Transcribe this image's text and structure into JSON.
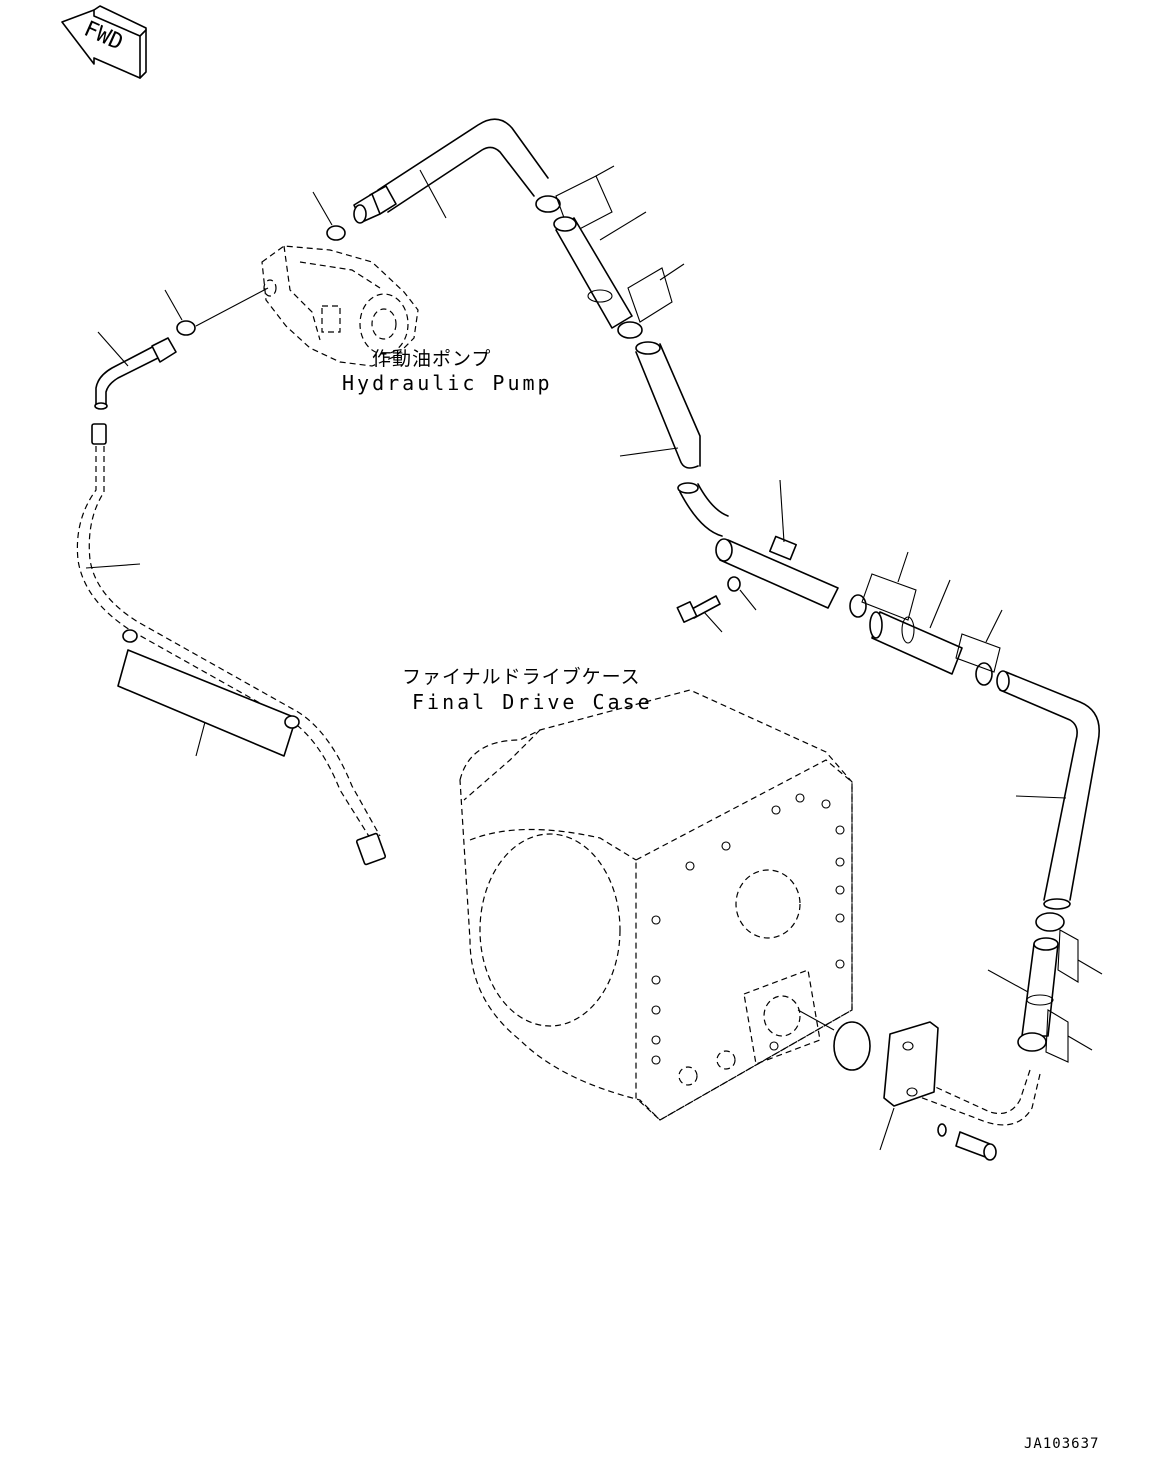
{
  "fwd_badge": {
    "text": "FWD"
  },
  "labels": {
    "pump_jp": "作動油ポンプ",
    "pump_en": "Hydraulic Pump",
    "case_jp": "ファイナルドライブケース",
    "case_en": "Final Drive Case"
  },
  "drawing_number": "JA103637"
}
